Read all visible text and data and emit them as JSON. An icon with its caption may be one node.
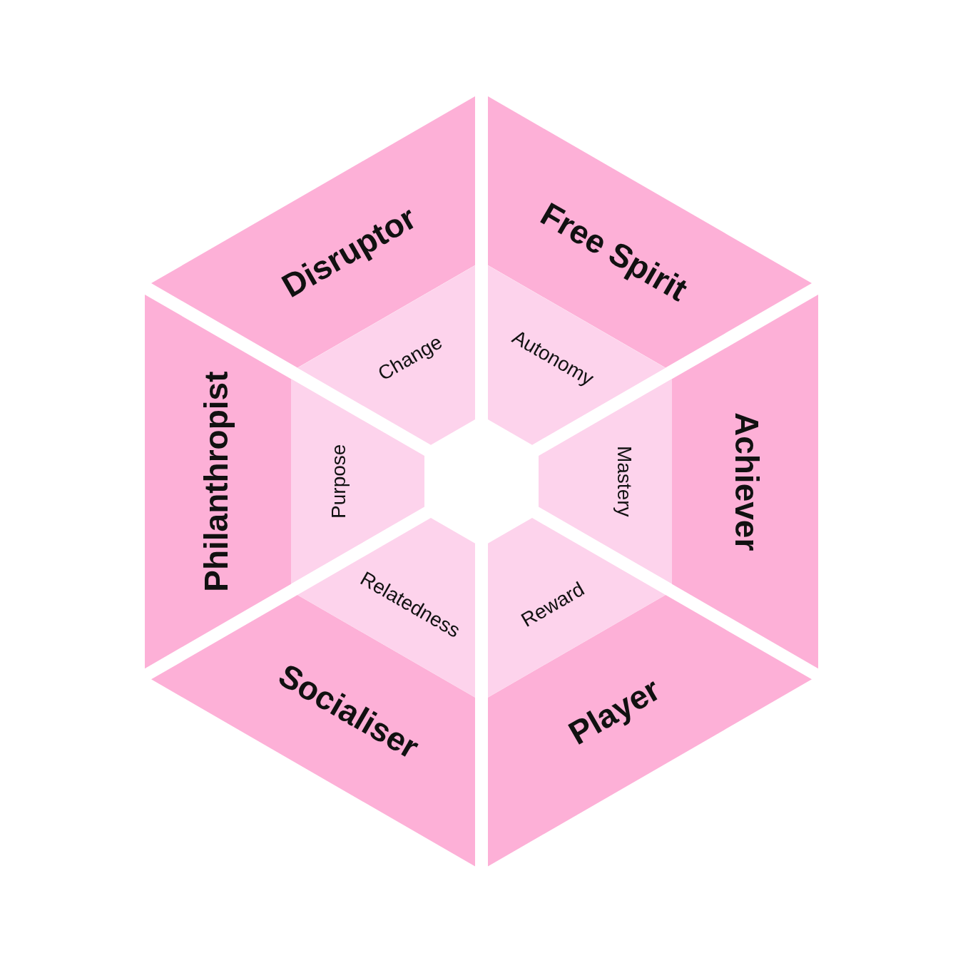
{
  "diagram": {
    "nodes": [
      {
        "text": [
          "Disruptor"
        ]
      },
      {
        "text": [
          "Change"
        ]
      },
      {
        "text": [
          "Free Spirit"
        ]
      },
      {
        "text": [
          "Autonomy"
        ]
      },
      {
        "text": [
          "Philanthropist"
        ]
      },
      {
        "text": [
          "Purpose"
        ]
      },
      {
        "text": [
          "Achiever"
        ]
      },
      {
        "text": [
          "Mastery"
        ]
      },
      {
        "text": [
          "Socialiser"
        ]
      },
      {
        "text": [
          "Relatedness"
        ]
      },
      {
        "text": [
          "Player"
        ]
      },
      {
        "text": [
          "Reward"
        ]
      }
    ]
  }
}
